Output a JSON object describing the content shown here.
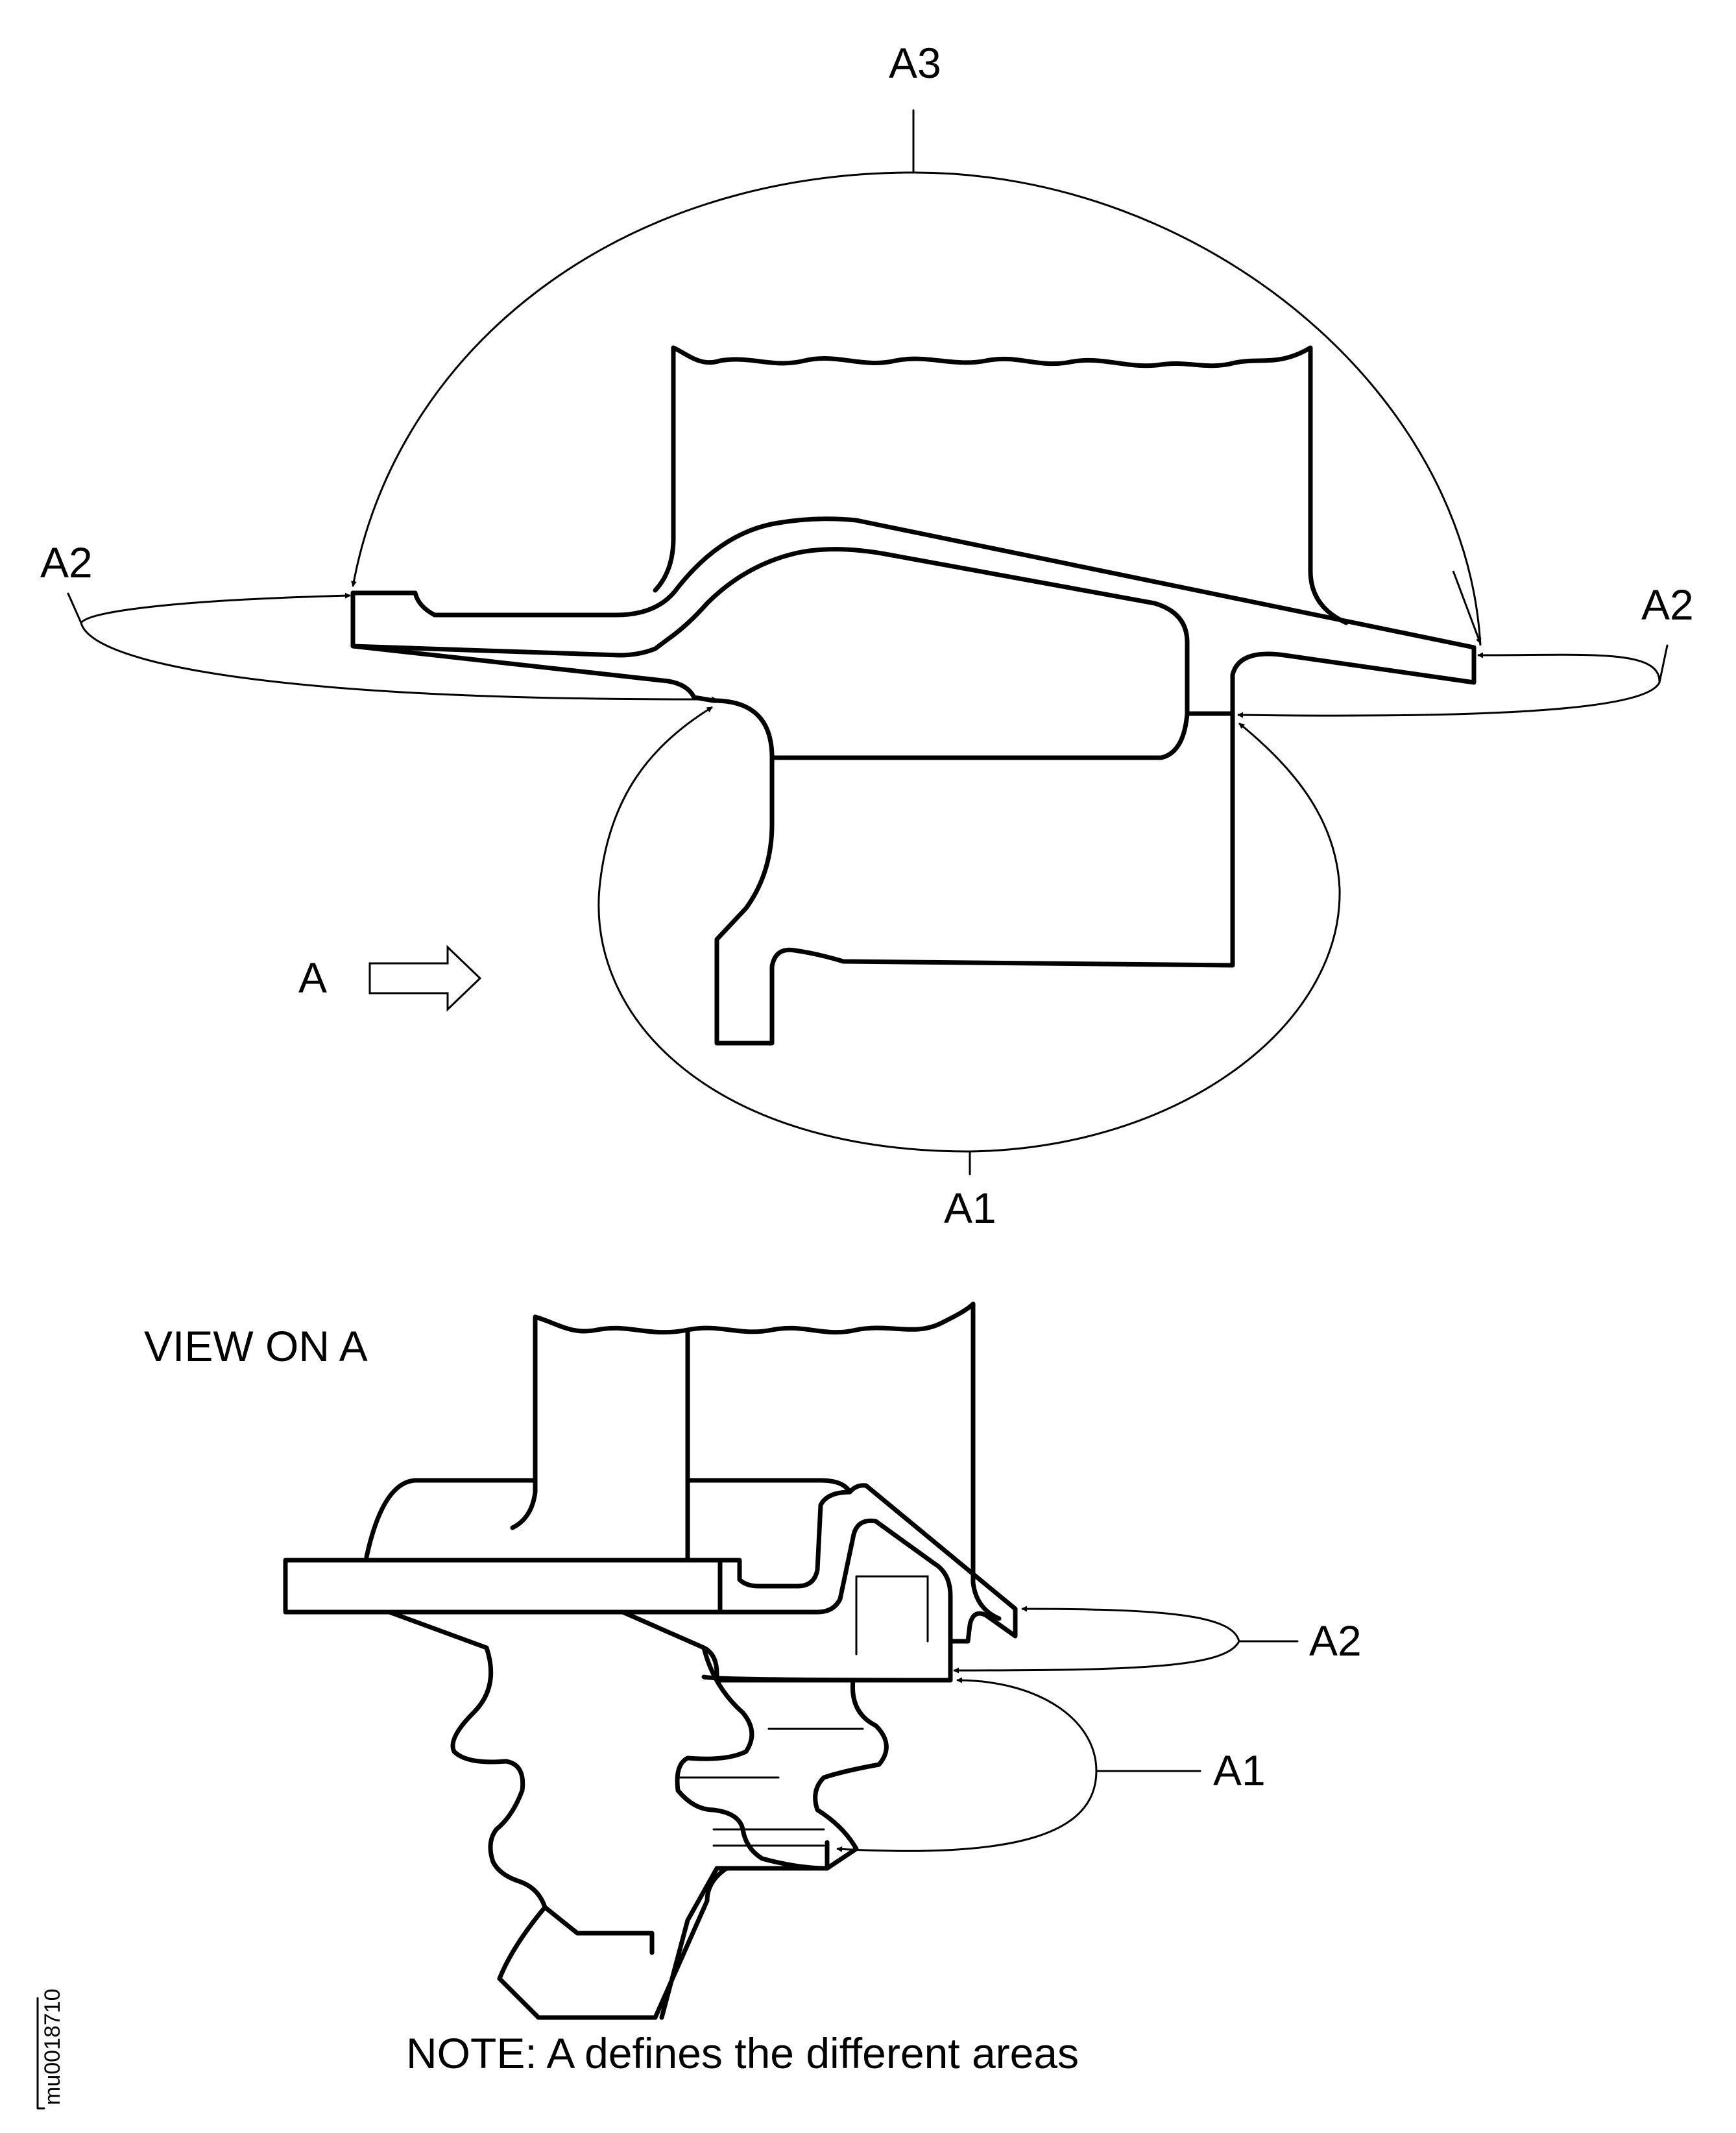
{
  "labels": {
    "a3_top": "A3",
    "a2_left": "A2",
    "a2_right": "A2",
    "a1_bottom": "A1",
    "view_arrow_letter": "A",
    "view_title": "VIEW ON A",
    "a2_view": "A2",
    "a1_view": "A1"
  },
  "note": "NOTE: A defines the different areas",
  "reference_code": "mu0018710"
}
